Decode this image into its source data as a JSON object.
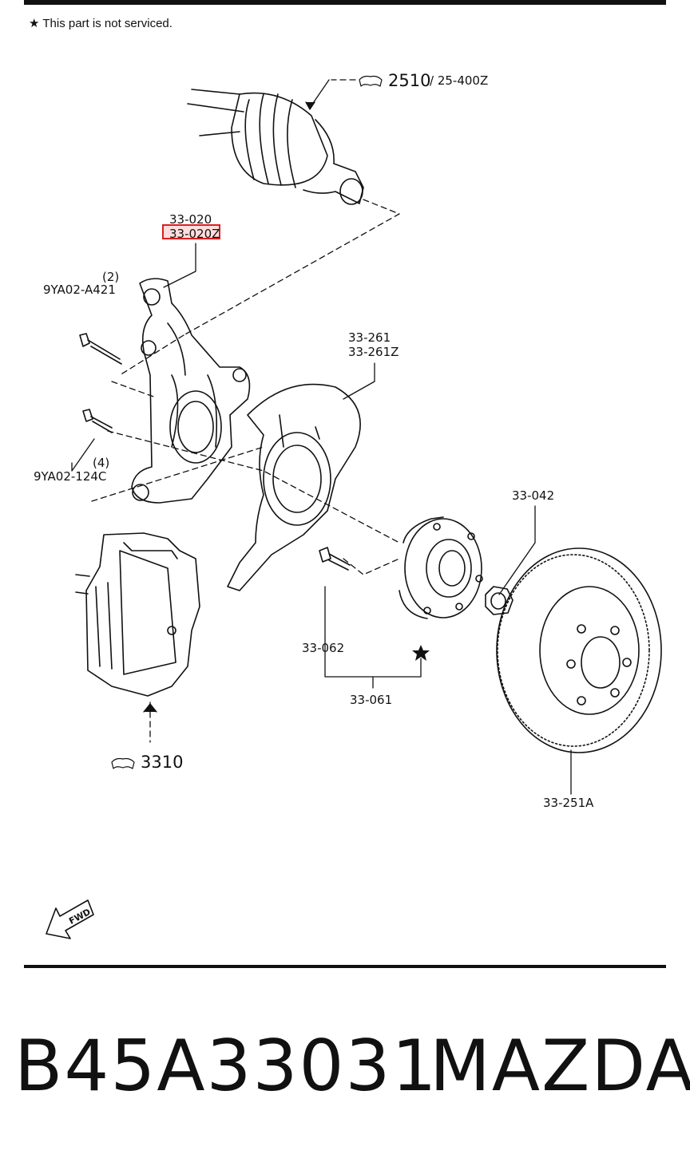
{
  "note": "This part is not serviced.",
  "icons": {
    "note_star": "star-icon",
    "ref_symbol": "reference-book-icon",
    "fwd": "fwd-arrow-icon"
  },
  "labels": {
    "driveshaft_ref": "2510",
    "driveshaft_sub": "/ 25-400Z",
    "knuckle_a": "33-020",
    "knuckle_b": "33-020Z",
    "bolt_upper_qty": "(2)",
    "bolt_upper": "9YA02-A421",
    "bolt_lower_qty": "(4)",
    "bolt_lower": "9YA02-124C",
    "dust_shield_a": "33-261",
    "dust_shield_b": "33-261Z",
    "hub_nut": "33-042",
    "hub_bolt": "33-062",
    "hub_assembly": "33-061",
    "caliper_ref": "3310",
    "brake_disc": "33-251A",
    "fwd": "FWD"
  },
  "highlight_color": "#d9201f",
  "footer": {
    "part_number": "B45A33031",
    "brand": "MAZDA"
  }
}
